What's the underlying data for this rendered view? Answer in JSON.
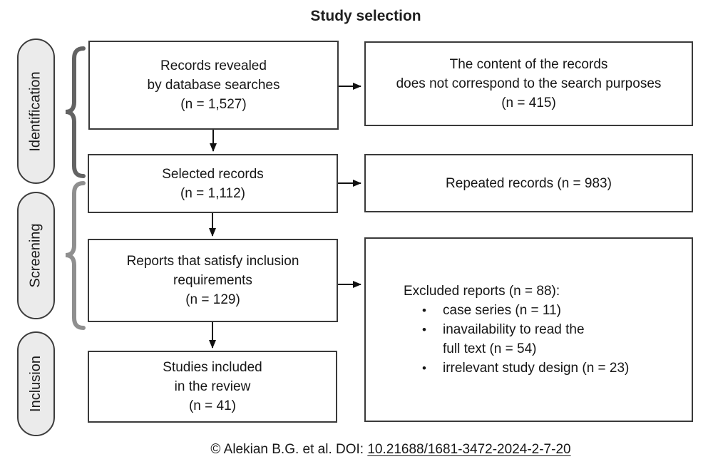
{
  "title": "Study selection",
  "sidebar": {
    "stages": [
      {
        "label": "Identification"
      },
      {
        "label": "Screening"
      },
      {
        "label": "Inclusion"
      }
    ]
  },
  "flow": {
    "boxes": [
      {
        "id": "records-revealed",
        "lines": [
          "Records revealed",
          "by database searches",
          "(n = 1,527)"
        ]
      },
      {
        "id": "selected-records",
        "lines": [
          "Selected records",
          "(n = 1,112)"
        ]
      },
      {
        "id": "reports-satisfy-inclusion",
        "lines": [
          "Reports that satisfy inclusion",
          "requirements",
          "(n = 129)"
        ]
      },
      {
        "id": "studies-included",
        "lines": [
          "Studies included",
          "in the review",
          "(n = 41)"
        ]
      }
    ],
    "side_boxes": [
      {
        "id": "content-not-correspond",
        "lines": [
          "The content of the records",
          "does not correspond to the search purposes",
          "(n = 415)"
        ]
      },
      {
        "id": "repeated-records",
        "lines": [
          "Repeated records (n = 983)"
        ]
      },
      {
        "id": "excluded-reports",
        "heading": "Excluded reports (n = 88):",
        "bullets": [
          {
            "lines": [
              "case series (n = 11)"
            ]
          },
          {
            "lines": [
              "inavailability to read the",
              "full text (n = 54)"
            ]
          },
          {
            "lines": [
              "irrelevant study design (n = 23)"
            ]
          }
        ]
      }
    ]
  },
  "glyphs": {
    "bullet": "•"
  },
  "footer": {
    "copyright": "© Alekian B.G. et al. DOI: ",
    "doi": "10.21688/1681-3472-2024-2-7-20"
  },
  "colors": {
    "box_border": "#3a3a3a",
    "pill_fill": "#ebebeb",
    "arrow": "#111111",
    "brace_identification": "#636363",
    "brace_screening": "#8f8f8f"
  }
}
